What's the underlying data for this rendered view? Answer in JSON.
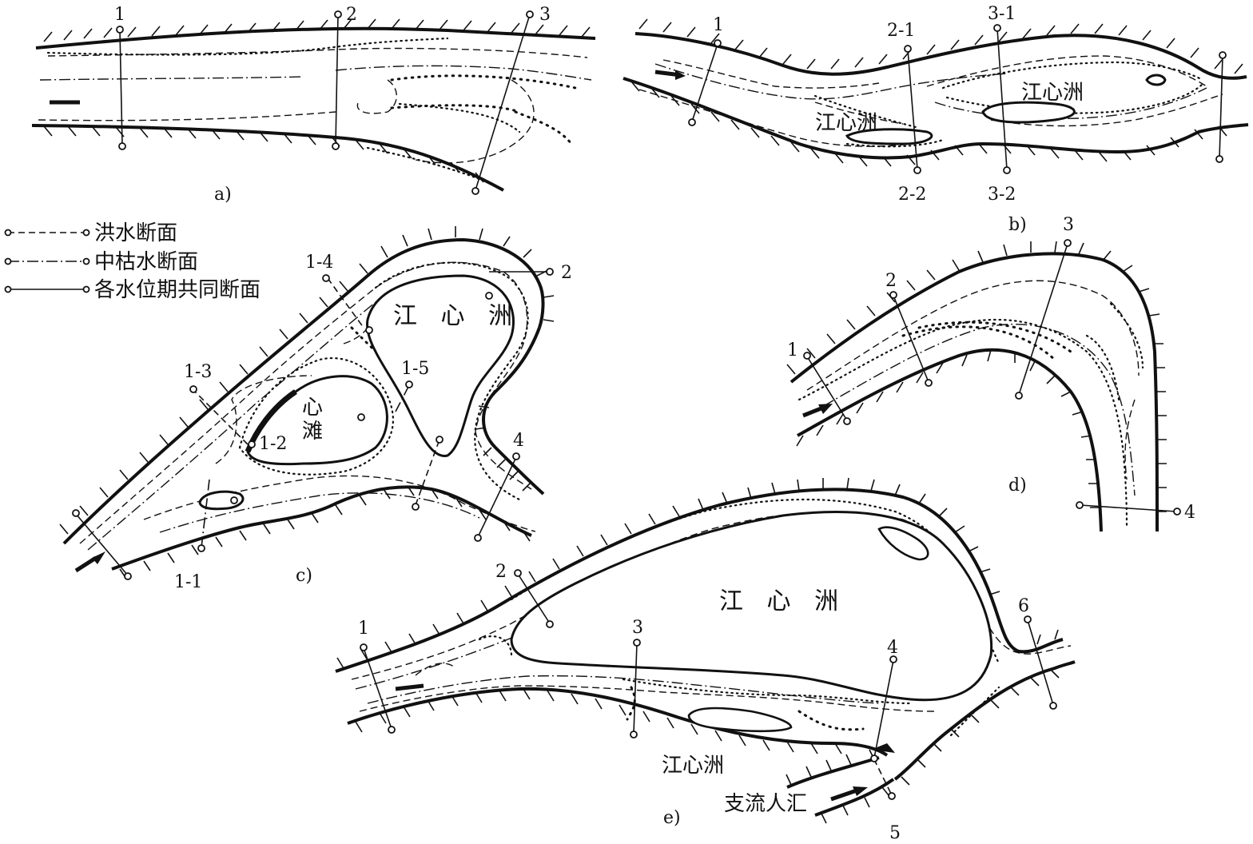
{
  "legend": {
    "flood": "洪水断面",
    "mid_low": "中枯水断面",
    "common": "各水位期共同断面"
  },
  "panels": {
    "a": {
      "caption": "a)",
      "sections": [
        "1",
        "2",
        "3"
      ]
    },
    "b": {
      "caption": "b)",
      "sections": [
        "1",
        "2-1",
        "2-2",
        "3-1",
        "3-2"
      ],
      "islands": [
        "江心洲",
        "江心洲"
      ]
    },
    "c": {
      "caption": "c)",
      "sections": [
        "1-1",
        "1-2",
        "1-3",
        "1-4",
        "1-5",
        "2",
        "4"
      ],
      "islands": [
        "江 心 洲",
        "心",
        "滩"
      ]
    },
    "d": {
      "caption": "d)",
      "sections": [
        "1",
        "2",
        "3",
        "4"
      ]
    },
    "e": {
      "caption": "e)",
      "sections": [
        "1",
        "2",
        "3",
        "4",
        "5",
        "6"
      ],
      "islands": [
        "江 心 洲",
        "江心洲"
      ],
      "tributary": "支流人汇"
    }
  }
}
